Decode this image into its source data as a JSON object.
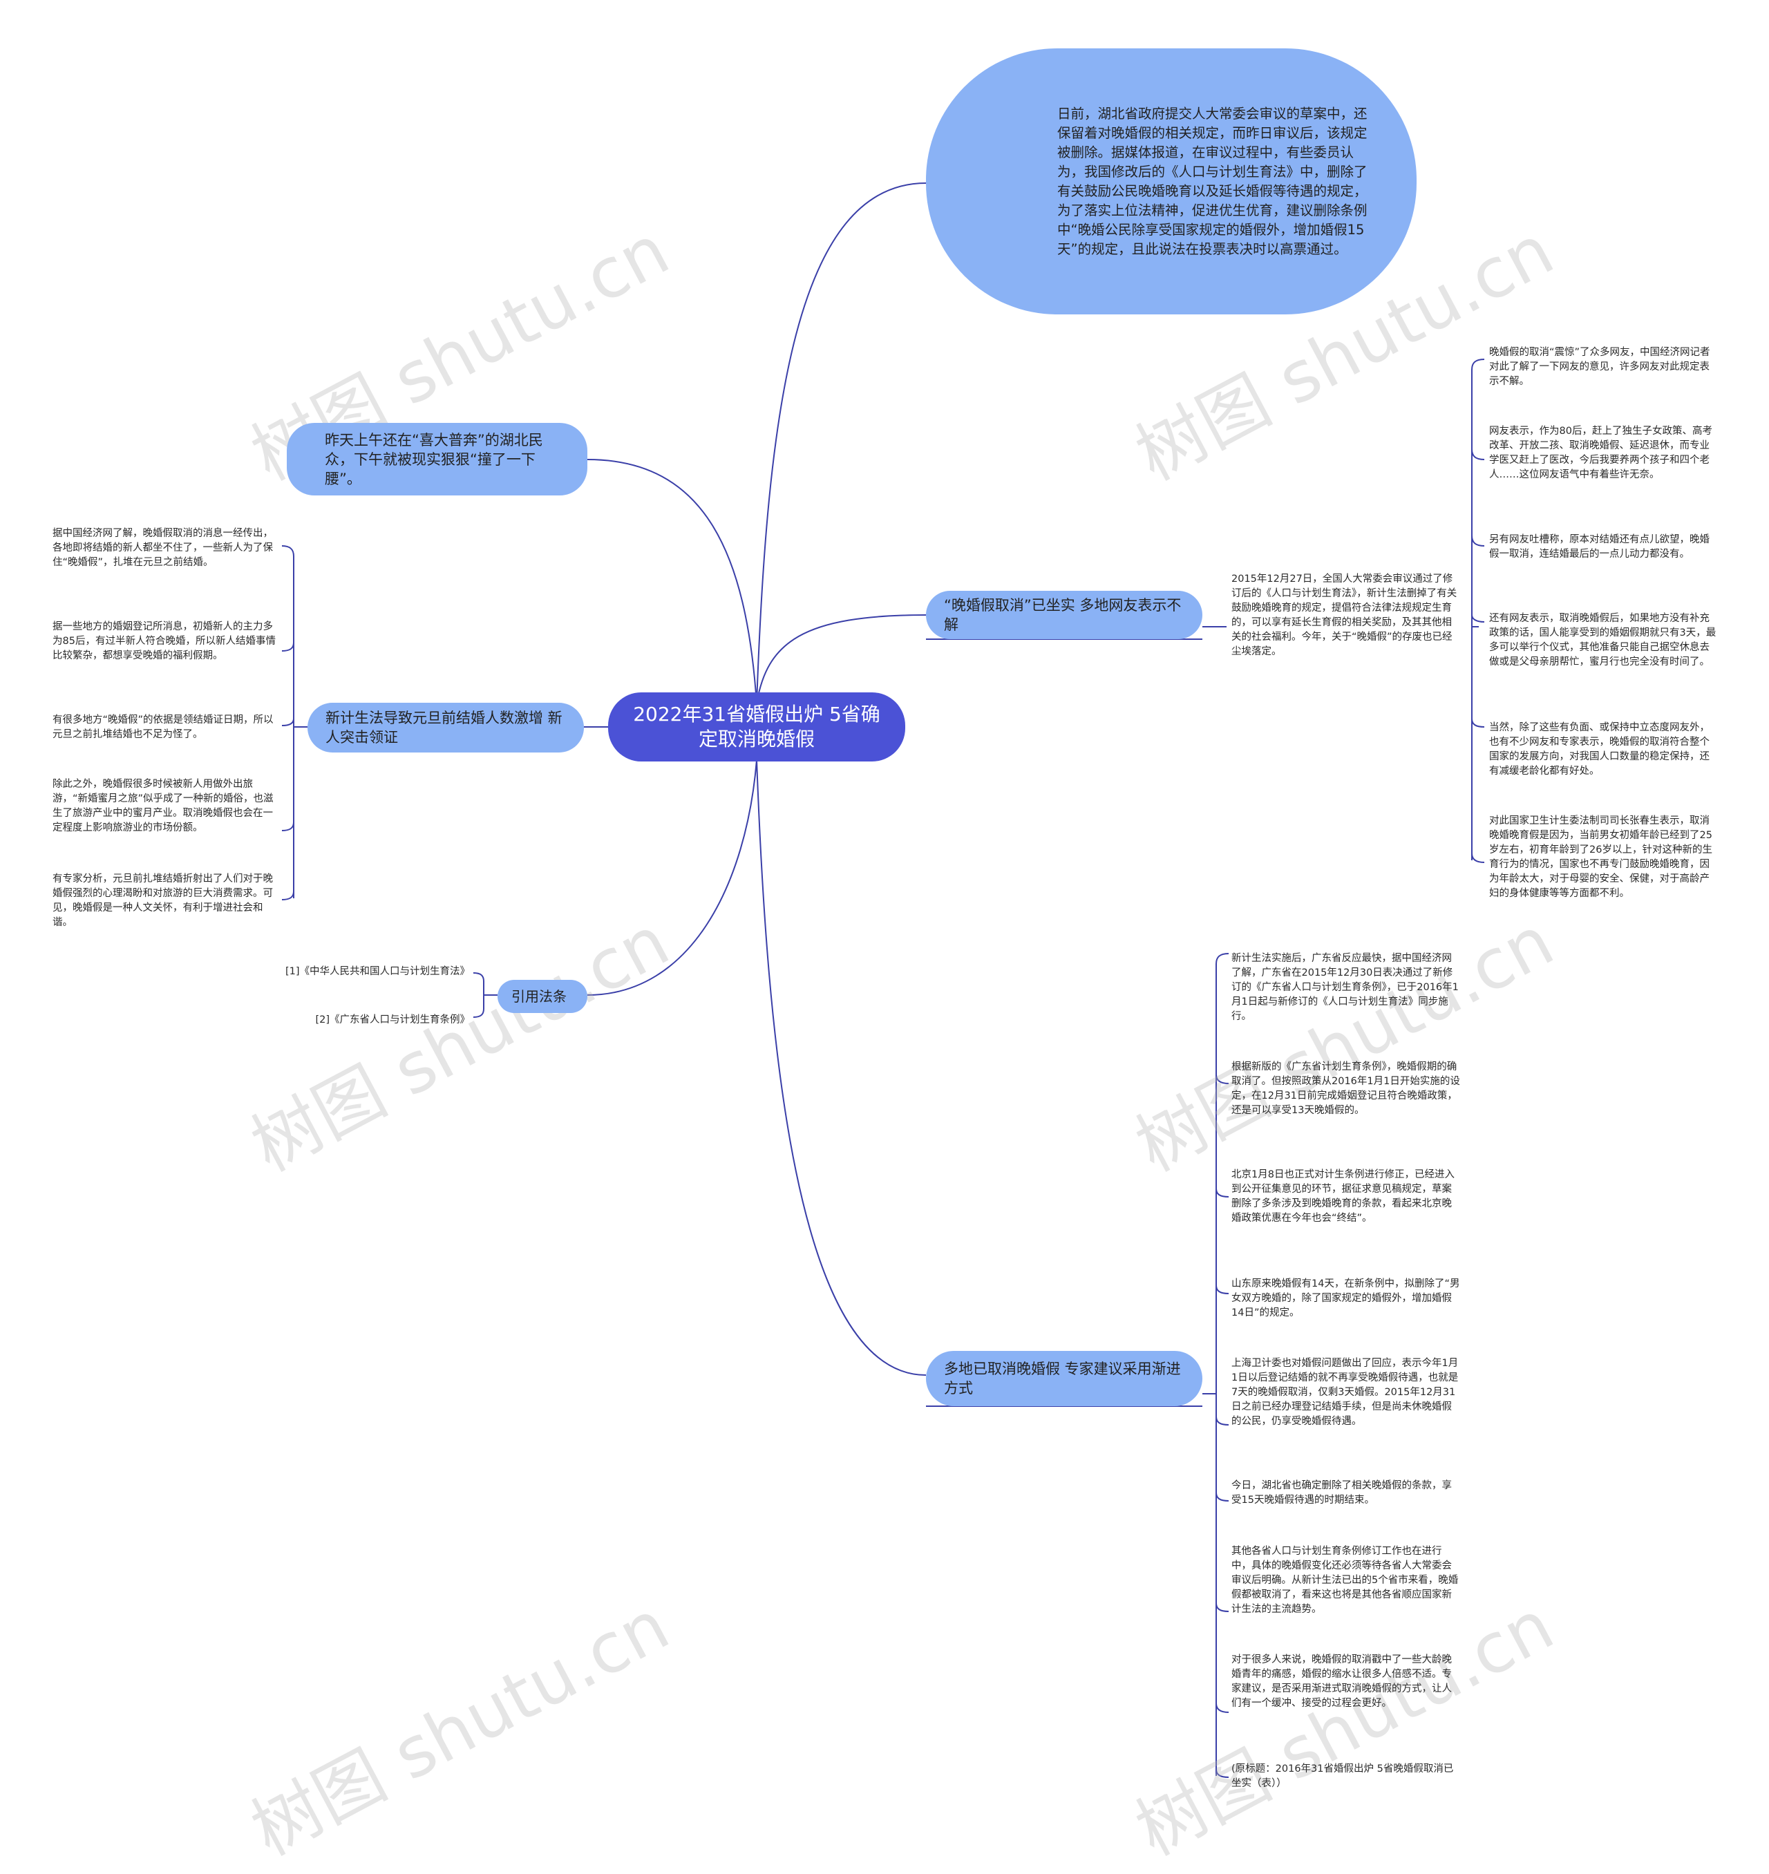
{
  "colors": {
    "root_fill": "#4b52d6",
    "node_fill": "#8ab2f5",
    "line": "#3a3fa8",
    "leaf_text": "#2a2a2a"
  },
  "root": "2022年31省婚假出炉 5省确定取消晚婚假",
  "top_bubble": "日前，湖北省政府提交人大常委会审议的草案中，还保留着对晚婚假的相关规定，而昨日审议后，该规定被删除。据媒体报道，在审议过程中，有些委员认为，我国修改后的《人口与计划生育法》中，删除了有关鼓励公民晚婚晚育以及延长婚假等待遇的规定，为了落实上位法精神，促进优生优育，建议删除条例中“晚婚公民除享受国家规定的婚假外，增加婚假15天”的规定，且此说法在投票表决时以高票通过。",
  "left_branches": {
    "hubei": "昨天上午还在“喜大普奔”的湖北民众，下午就被现实狠狠“撞了一下腰”。",
    "newlaw": {
      "label": "新计生法导致元旦前结婚人数激增 新人突击领证",
      "items": [
        "据中国经济网了解，晚婚假取消的消息一经传出，各地即将结婚的新人都坐不住了，一些新人为了保住“晚婚假”，扎堆在元旦之前结婚。",
        "据一些地方的婚姻登记所消息，初婚新人的主力多为85后，有过半新人符合晚婚，所以新人结婚事情比较繁杂，都想享受晚婚的福利假期。",
        "有很多地方“晚婚假”的依据是领结婚证日期，所以元旦之前扎堆结婚也不足为怪了。",
        "除此之外，晚婚假很多时候被新人用做外出旅游，“新婚蜜月之旅”似乎成了一种新的婚俗，也滋生了旅游产业中的蜜月产业。取消晚婚假也会在一定程度上影响旅游业的市场份额。",
        "有专家分析，元旦前扎堆结婚折射出了人们对于晚婚假强烈的心理渴盼和对旅游的巨大消费需求。可见，晚婚假是一种人文关怀，有利于增进社会和谐。"
      ]
    },
    "laws": {
      "label": "引用法条",
      "items": [
        "[1]《中华人民共和国人口与计划生育法》",
        "[2]《广东省人口与计划生育条例》"
      ]
    }
  },
  "right_branches": {
    "netizens": {
      "label": "“晚婚假取消”已坐实 多地网友表示不解",
      "intro": "2015年12月27日，全国人大常委会审议通过了修订后的《人口与计划生育法》，新计生法删掉了有关鼓励晚婚晚育的规定，提倡符合法律法规规定生育的，可以享有延长生育假的相关奖励，及其其他相关的社会福利。今年，关于“晚婚假”的存废也已经尘埃落定。",
      "items": [
        "晚婚假的取消“震惊”了众多网友，中国经济网记者对此了解了一下网友的意见，许多网友对此规定表示不解。",
        "网友表示，作为80后，赶上了独生子女政策、高考改革、开放二孩、取消晚婚假、延迟退休，而专业学医又赶上了医改，今后我要养两个孩子和四个老人……这位网友语气中有着些许无奈。",
        "另有网友吐槽称，原本对结婚还有点儿欲望，晚婚假一取消，连结婚最后的一点儿动力都没有。",
        "还有网友表示，取消晚婚假后，如果地方没有补充政策的话，国人能享受到的婚姻假期就只有3天，最多可以举行个仪式，其他准备只能自己据空休息去做或是父母亲朋帮忙，蜜月行也完全没有时间了。",
        "当然，除了这些有负面、或保持中立态度网友外，也有不少网友和专家表示，晚婚假的取消符合整个国家的发展方向，对我国人口数量的稳定保持，还有减缓老龄化都有好处。",
        "对此国家卫生计生委法制司司长张春生表示，取消晚婚晚育假是因为，当前男女初婚年龄已经到了25岁左右，初育年龄到了26岁以上，针对这种新的生育行为的情况，国家也不再专门鼓励晚婚晚育，因为年龄太大，对于母婴的安全、保健，对于高龄产妇的身体健康等等方面都不利。"
      ]
    },
    "provinces": {
      "label": "多地已取消晚婚假 专家建议采用渐进方式",
      "items": [
        "新计生法实施后，广东省反应最快，据中国经济网了解，广东省在2015年12月30日表决通过了新修订的《广东省人口与计划生育条例》，已于2016年1月1日起与新修订的《人口与计划生育法》同步施行。",
        "根据新版的《广东省计划生育条例》，晚婚假期的确取消了。但按照政策从2016年1月1日开始实施的设定，在12月31日前完成婚姻登记且符合晚婚政策，还是可以享受13天晚婚假的。",
        "北京1月8日也正式对计生条例进行修正，已经进入到公开征集意见的环节，据征求意见稿规定，草案删除了多条涉及到晚婚晚育的条款，看起来北京晚婚政策优惠在今年也会“终结”。",
        "山东原来晚婚假有14天，在新条例中，拟删除了“男女双方晚婚的，除了国家规定的婚假外，增加婚假14日”的规定。",
        "上海卫计委也对婚假问题做出了回应，表示今年1月1日以后登记结婚的就不再享受晚婚假待遇，也就是7天的晚婚假取消，仅剩3天婚假。2015年12月31日之前已经办理登记结婚手续，但是尚未休晚婚假的公民，仍享受晚婚假待遇。",
        "今日，湖北省也确定删除了相关晚婚假的条款，享受15天晚婚假待遇的时期结束。",
        "其他各省人口与计划生育条例修订工作也在进行中，具体的晚婚假变化还必须等待各省人大常委会审议后明确。从新计生法已出的5个省市来看，晚婚假都被取消了，看来这也将是其他各省顺应国家新计生法的主流趋势。",
        "对于很多人来说，晚婚假的取消戳中了一些大龄晚婚青年的痛感，婚假的缩水让很多人倍感不适。专家建议，是否采用渐进式取消晚婚假的方式，让人们有一个缓冲、接受的过程会更好。",
        "(原标题：2016年31省婚假出炉 5省晚婚假取消已坐实（表））"
      ]
    }
  },
  "watermark": "树图 shutu.cn"
}
